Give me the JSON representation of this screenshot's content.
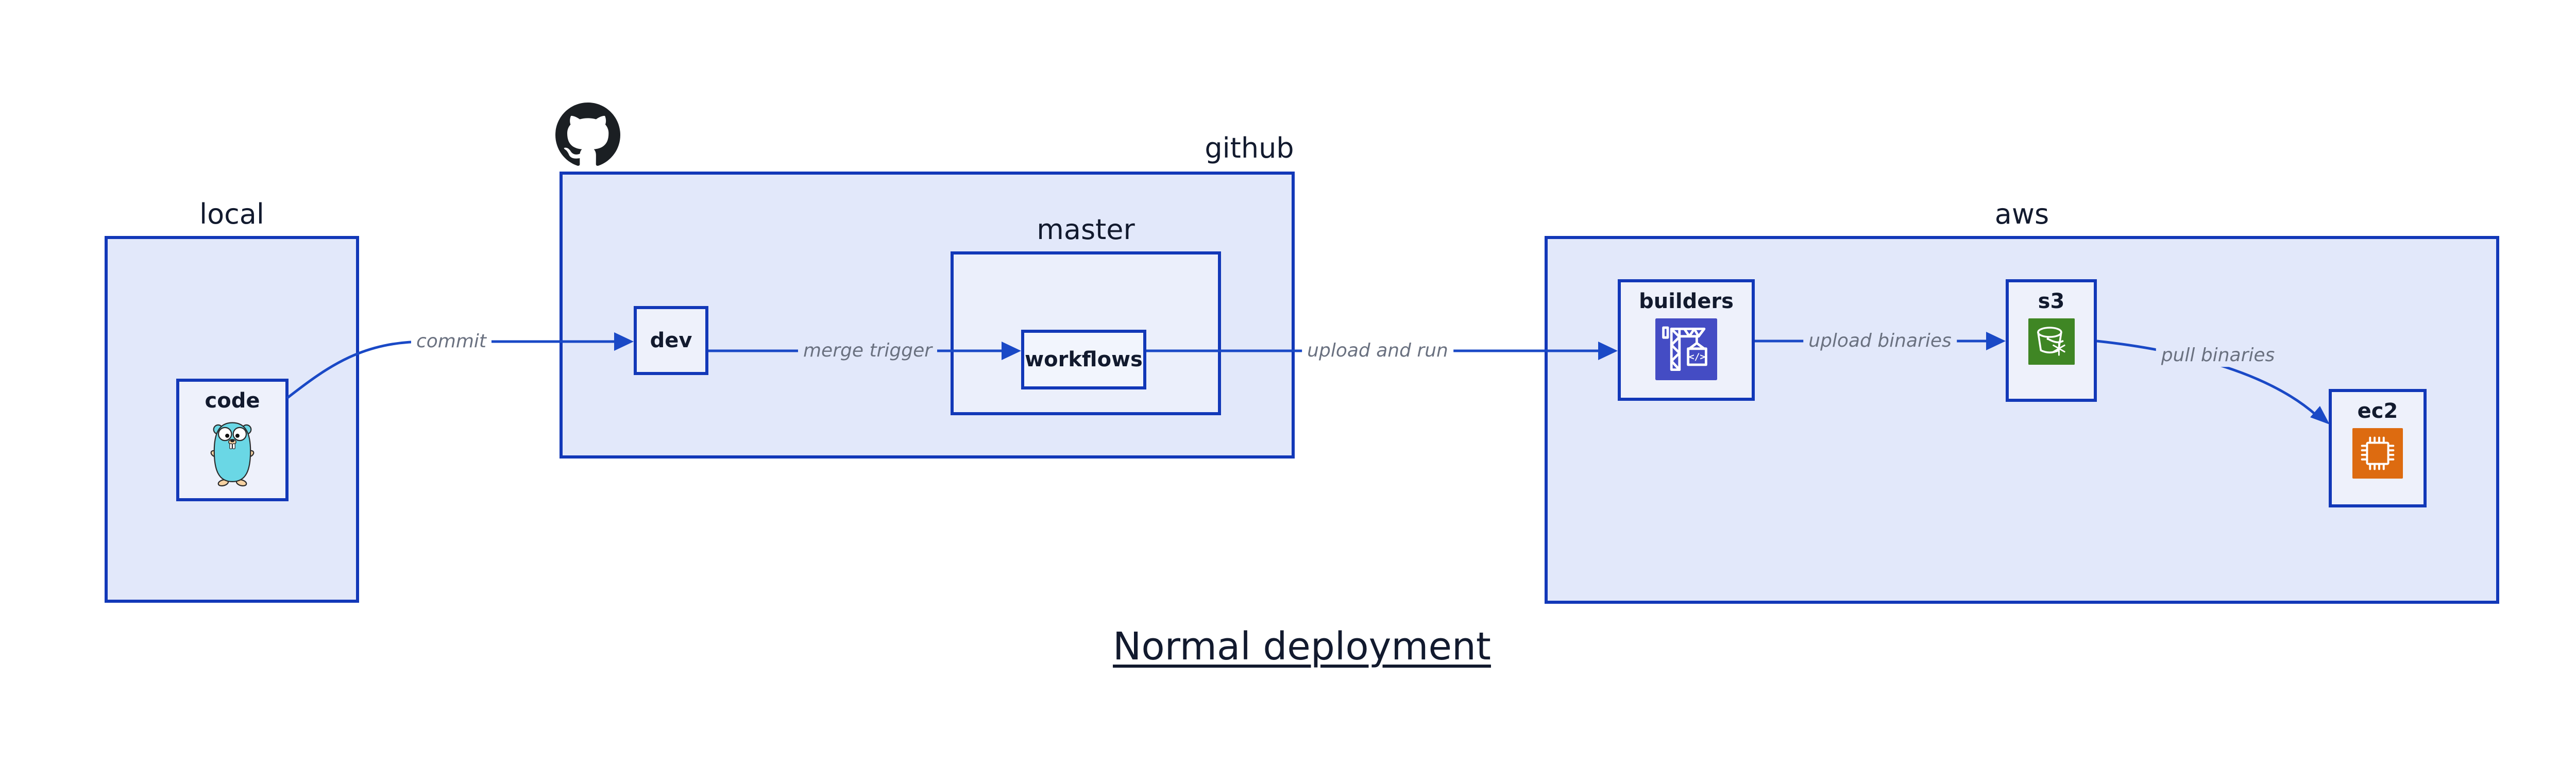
{
  "diagram": {
    "title": "Normal deployment",
    "containers": [
      {
        "id": "local",
        "label": "local"
      },
      {
        "id": "github",
        "label": "github"
      },
      {
        "id": "master",
        "label": "master"
      },
      {
        "id": "aws",
        "label": "aws"
      }
    ],
    "nodes": [
      {
        "id": "code",
        "label": "code",
        "icon": "go-gopher-icon"
      },
      {
        "id": "dev",
        "label": "dev"
      },
      {
        "id": "workflows",
        "label": "workflows"
      },
      {
        "id": "builders",
        "label": "builders",
        "icon": "codebuild-crane-icon"
      },
      {
        "id": "s3",
        "label": "s3",
        "icon": "s3-glacier-bucket-icon"
      },
      {
        "id": "ec2",
        "label": "ec2",
        "icon": "ec2-chip-icon"
      }
    ],
    "edges": [
      {
        "from": "code",
        "to": "dev",
        "label": "commit"
      },
      {
        "from": "dev",
        "to": "workflows",
        "label": "merge trigger"
      },
      {
        "from": "workflows",
        "to": "builders",
        "label": "upload and run"
      },
      {
        "from": "builders",
        "to": "s3",
        "label": "upload binaries"
      },
      {
        "from": "s3",
        "to": "ec2",
        "label": "pull binaries"
      }
    ],
    "colors": {
      "edge_blue": "#1a49c6",
      "border_blue": "#1238b8",
      "container_fill": "#e2e8fa",
      "master_fill": "#ebeffb",
      "node_fill": "#eef1fb",
      "workflows_fill": "#f2f5fd",
      "edge_label_gray": "#6a7180",
      "dark_text": "#121a2e",
      "codebuild_purple": "#444cc4",
      "glacier_green": "#3f8624",
      "ec2_orange": "#dd6b10",
      "github_black": "#1b1f23",
      "gopher_teal": "#6ad7e5",
      "gopher_tan": "#f6d2a2"
    }
  }
}
